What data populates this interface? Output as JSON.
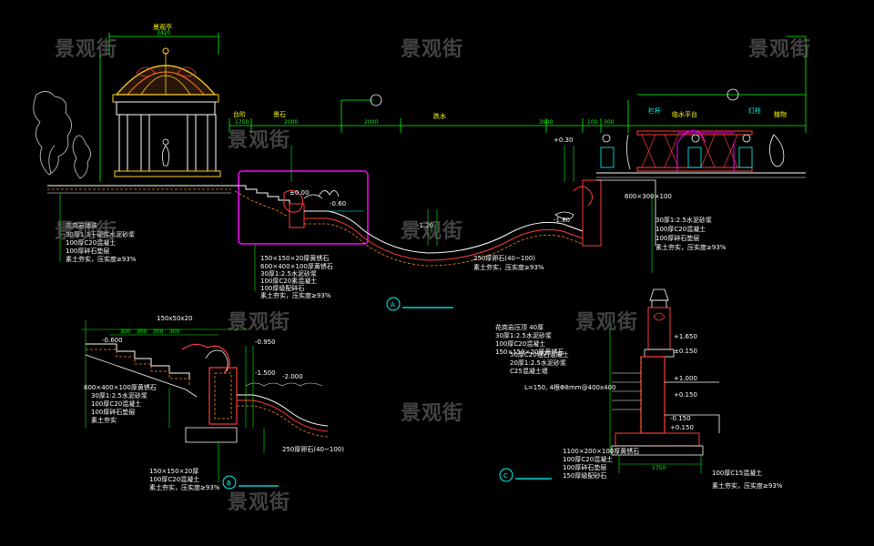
{
  "watermarks": [
    "景观街",
    "景观街",
    "景观街",
    "景观街",
    "景观街",
    "景观街",
    "景观街",
    "景观街",
    "景观街",
    "景观街"
  ],
  "colors": {
    "background": "#000000",
    "dimension": "#00ff00",
    "text": "#eaeaea",
    "structure": "#ff3c3c",
    "ground": "#ffffff",
    "highlight_box": "#ff00ff",
    "gazebo": "#ffd21e",
    "title": "#00ffff",
    "marker": "#00ffff"
  },
  "section_a": {
    "marker_letter": "A",
    "gazebo_dim_top": "3420",
    "gazebo_label": "景观亭",
    "dim_labels": [
      "1750",
      "2000",
      "2000",
      "3900",
      "100",
      "300"
    ],
    "zone_labels": [
      "台阶",
      "景石",
      "跌水",
      "临水平台",
      "植物"
    ],
    "elevations": [
      "±0.00",
      "-0.60",
      "-1.20",
      "-1.80",
      "+0.30"
    ],
    "notes_left": [
      "花岗岩铺装",
      "30厚1:3干硬性水泥砂浆",
      "100厚C20混凝土",
      "100厚碎石垫层",
      "素土夯实，压实度≥93%"
    ],
    "notes_bottom": [
      "150×150×20厚黄锈石",
      "600×400×100厚黄锈石",
      "30厚1:2.5水泥砂浆",
      "100厚C20素混凝土",
      "100厚级配碎石",
      "素土夯实，压实度≥93%"
    ],
    "notes_right": [
      "600×300×100",
      "30厚1:2.5水泥砂浆",
      "100厚C20混凝土",
      "100厚碎石垫层",
      "素土夯实，压实度≥93%"
    ],
    "channel_notes": [
      "250厚卵石(40~100)",
      "素土夯实，压实度≥93%"
    ],
    "post_labels": [
      "栏杆",
      "灯柱"
    ]
  },
  "section_b": {
    "marker_letter": "B",
    "elevations": [
      "-0.600",
      "-0.950",
      "-1.500",
      "-2.000"
    ],
    "dims_top": "150x50x20",
    "dim_labels": [
      "300",
      "300",
      "300",
      "300"
    ],
    "notes_left": [
      "600×400×100厚黄锈石",
      "30厚1:2.5水泥砂浆",
      "100厚C20混凝土",
      "100厚碎石垫层",
      "素土夯实"
    ],
    "notes_bottom": [
      "150×150×20厚",
      "100厚C20混凝土",
      "素土夯实，压实度≥93%"
    ],
    "channel_note": "250厚卵石(40~100)"
  },
  "section_c": {
    "marker_letter": "C",
    "notes_top": [
      "花岗岩压顶 40厚",
      "30厚1:2.5水泥砂浆",
      "100厚C20混凝土",
      "150×150×20厚黄锈石"
    ],
    "notes_left": [
      "50厚C20细石混凝土",
      "20厚1:2.5水泥砂浆",
      "C25混凝土墙"
    ],
    "pipe_note": "L=150, 4根Φ8mm@400x400",
    "elevations": [
      "+1.650",
      "±0.150",
      "+1.000",
      "+0.150",
      "-0.150",
      "+0.150"
    ],
    "notes_bottom": [
      "1100×200×100厚黄锈石",
      "100厚C20混凝土",
      "100厚碎石垫层",
      "150厚级配砂石"
    ],
    "dim_bottom": "1750",
    "right_notes": [
      "100厚C15混凝土",
      "素土夯实，压实度≥93%"
    ]
  }
}
